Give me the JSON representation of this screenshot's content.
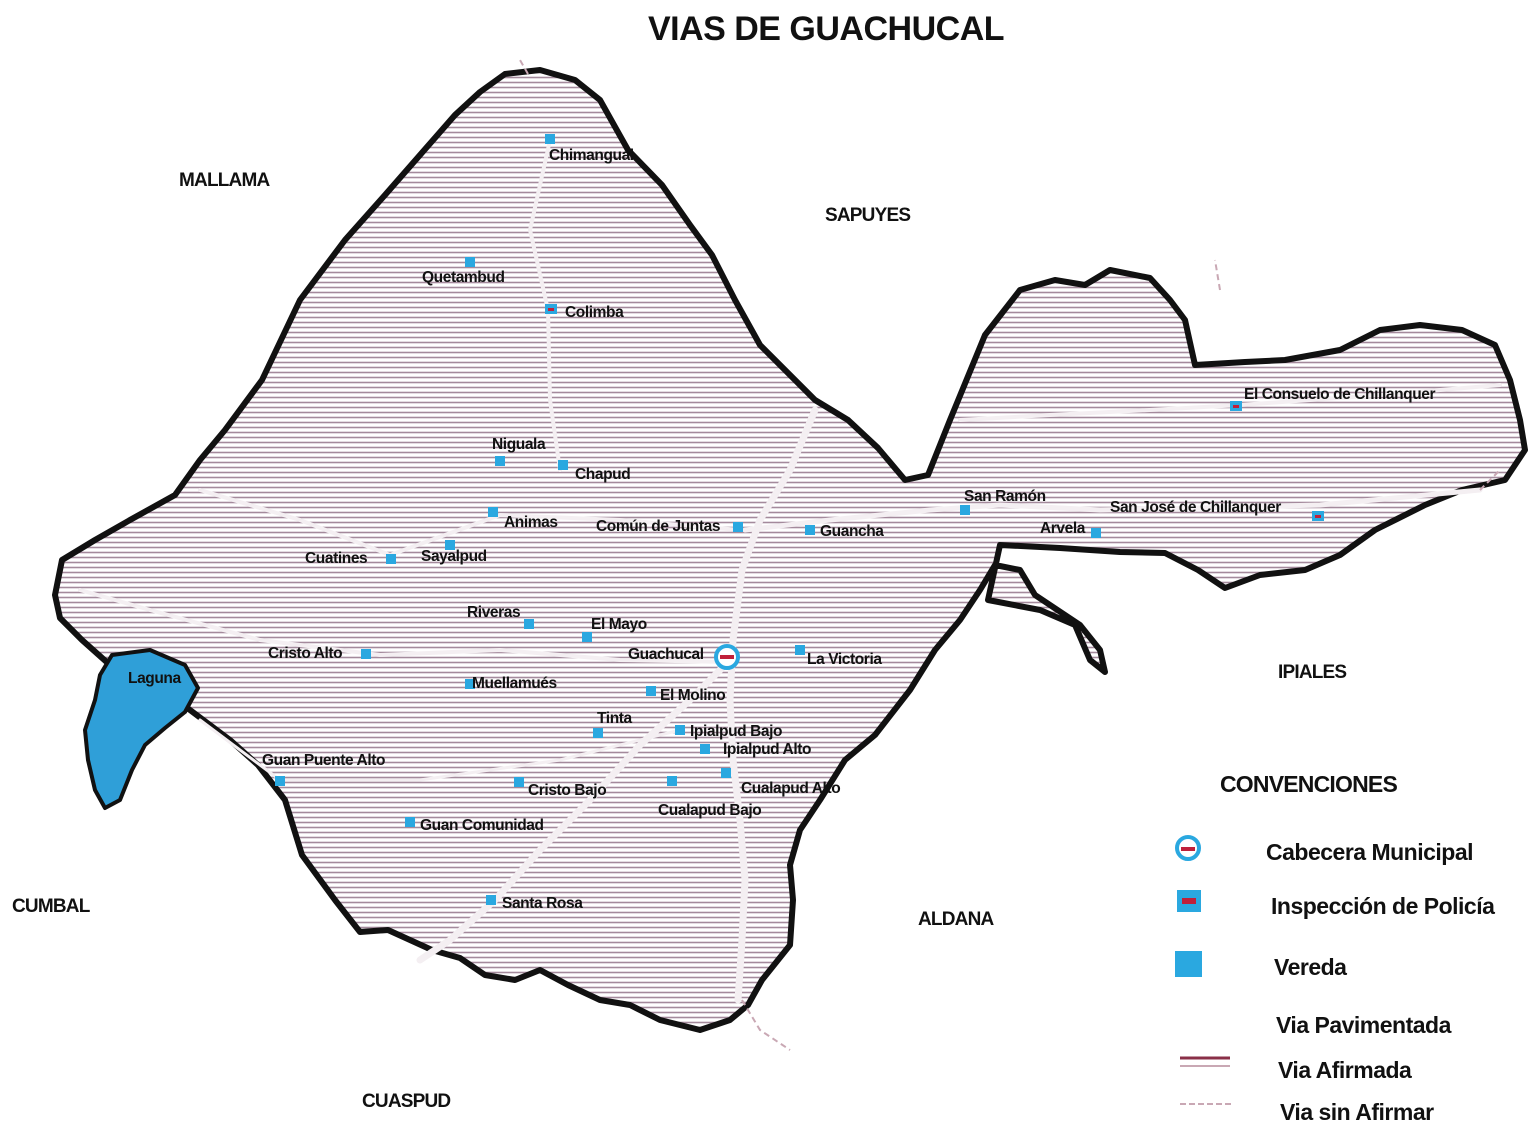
{
  "title": "VIAS DE GUACHUCAL",
  "neighbors": [
    "MALLAMA",
    "SAPUYES",
    "IPIALES",
    "ALDANA",
    "CUASPUD",
    "CUMBAL"
  ],
  "lake_label": "Laguna",
  "places": [
    {
      "name": "Chimangual",
      "type": "vereda"
    },
    {
      "name": "Quetambud",
      "type": "vereda"
    },
    {
      "name": "Colimba",
      "type": "inspeccion"
    },
    {
      "name": "Niguala",
      "type": "vereda"
    },
    {
      "name": "Chapud",
      "type": "vereda"
    },
    {
      "name": "Animas",
      "type": "vereda"
    },
    {
      "name": "Común de Juntas",
      "type": "vereda"
    },
    {
      "name": "Guancha",
      "type": "vereda"
    },
    {
      "name": "Cuatines",
      "type": "vereda"
    },
    {
      "name": "Sayalpud",
      "type": "vereda"
    },
    {
      "name": "Riveras",
      "type": "vereda"
    },
    {
      "name": "El Mayo",
      "type": "vereda"
    },
    {
      "name": "Guachucal",
      "type": "cabecera"
    },
    {
      "name": "La Victoria",
      "type": "vereda"
    },
    {
      "name": "Cristo Alto",
      "type": "vereda"
    },
    {
      "name": "Muellamués",
      "type": "vereda"
    },
    {
      "name": "El Molino",
      "type": "vereda"
    },
    {
      "name": "Tinta",
      "type": "vereda"
    },
    {
      "name": "Ipialpud Bajo",
      "type": "vereda"
    },
    {
      "name": "Ipialpud Alto",
      "type": "vereda"
    },
    {
      "name": "Guan Puente Alto",
      "type": "vereda"
    },
    {
      "name": "Cristo Bajo",
      "type": "vereda"
    },
    {
      "name": "Cualapud Alto",
      "type": "vereda"
    },
    {
      "name": "Cualapud Bajo",
      "type": "vereda"
    },
    {
      "name": "Guan Comunidad",
      "type": "vereda"
    },
    {
      "name": "Santa Rosa",
      "type": "vereda"
    },
    {
      "name": "San Ramón",
      "type": "vereda"
    },
    {
      "name": "Arvela",
      "type": "vereda"
    },
    {
      "name": "San José de Chillanquer",
      "type": "inspeccion"
    },
    {
      "name": "El Consuelo de Chillanquer",
      "type": "inspeccion"
    }
  ],
  "legend": {
    "title": "CONVENCIONES",
    "items": [
      {
        "label": "Cabecera Municipal",
        "symbol": "cabecera"
      },
      {
        "label": "Inspección de Policía",
        "symbol": "inspeccion"
      },
      {
        "label": "Vereda",
        "symbol": "vereda"
      },
      {
        "label": "Via Pavimentada",
        "symbol": "paved"
      },
      {
        "label": "Via Afirmada",
        "symbol": "gravel"
      },
      {
        "label": "Via sin Afirmar",
        "symbol": "unpaved"
      }
    ]
  },
  "colors": {
    "boundary": "#111111",
    "hatch": "#a48a9c",
    "road_light": "#f4eff2",
    "lake": "#2f9fd8",
    "symbol_blue": "#2aa8e0",
    "symbol_red": "#c0203a",
    "gravel_line": "#8a3048",
    "unpaved_line": "#c9a8b4"
  }
}
